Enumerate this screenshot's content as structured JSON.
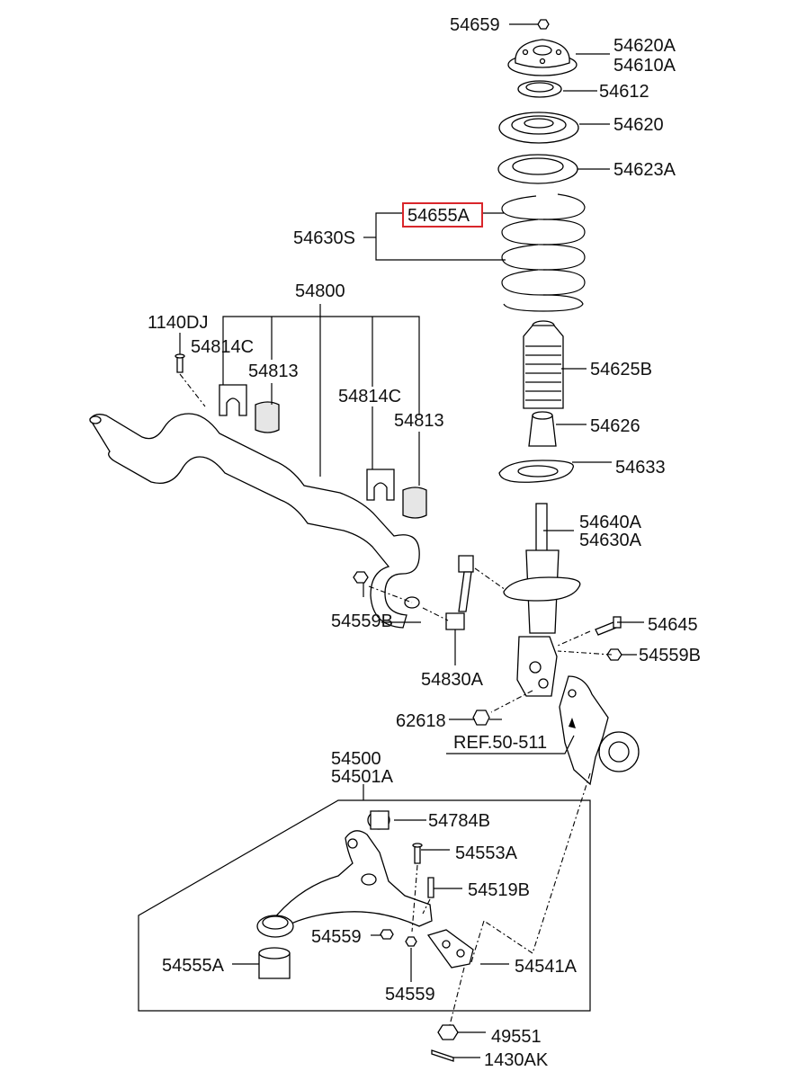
{
  "labels": {
    "l54659": "54659",
    "l54620A": "54620A",
    "l54610A": "54610A",
    "l54612": "54612",
    "l54620": "54620",
    "l54623A": "54623A",
    "l54655A": "54655A",
    "l54630S": "54630S",
    "l54800": "54800",
    "l1140DJ": "1140DJ",
    "l54814C_a": "54814C",
    "l54813_a": "54813",
    "l54814C_b": "54814C",
    "l54813_b": "54813",
    "l54625B": "54625B",
    "l54626": "54626",
    "l54633": "54633",
    "l54640A": "54640A",
    "l54630A": "54630A",
    "l54645": "54645",
    "l54559B_a": "54559B",
    "l54559B_b": "54559B",
    "l54830A": "54830A",
    "l62618": "62618",
    "lREF": "REF.50-511",
    "l54500": "54500",
    "l54501A": "54501A",
    "l54784B": "54784B",
    "l54553A": "54553A",
    "l54519B": "54519B",
    "l54559_a": "54559",
    "l54555A": "54555A",
    "l54541A": "54541A",
    "l54559_b": "54559",
    "l49551": "49551",
    "l1430AK": "1430AK"
  },
  "highlight": {
    "part": "54655A",
    "color": "#d9262b"
  }
}
